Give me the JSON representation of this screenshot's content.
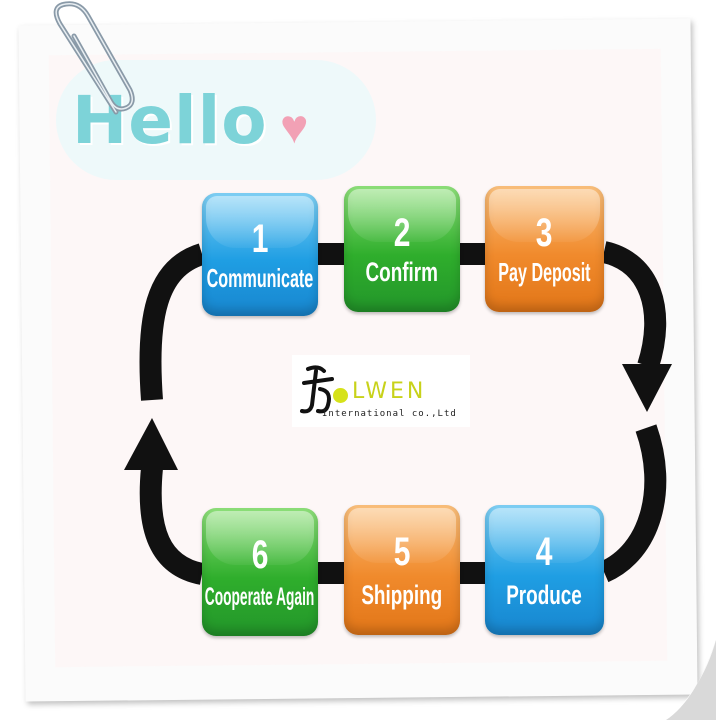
{
  "greeting": {
    "text": "Hello",
    "heart": "♥"
  },
  "steps": [
    {
      "number": "1",
      "label": "Communicate"
    },
    {
      "number": "2",
      "label": "Confirm"
    },
    {
      "number": "3",
      "label": "Pay Deposit"
    },
    {
      "number": "4",
      "label": "Produce"
    },
    {
      "number": "5",
      "label": "Shipping"
    },
    {
      "number": "6",
      "label": "Cooperate Again"
    }
  ],
  "logo": {
    "name_rest": "LWEN",
    "subtitle": "International co.,Ltd"
  },
  "colors": {
    "blue": "#1f9ee3",
    "green": "#2fae2c",
    "orange": "#f08a2c",
    "hello": "#7dd3d8",
    "heart": "#f2a1b5",
    "logo_accent": "#c8d21a"
  },
  "icons": {
    "clip": "paperclip-icon",
    "curl": "page-curl-icon"
  }
}
